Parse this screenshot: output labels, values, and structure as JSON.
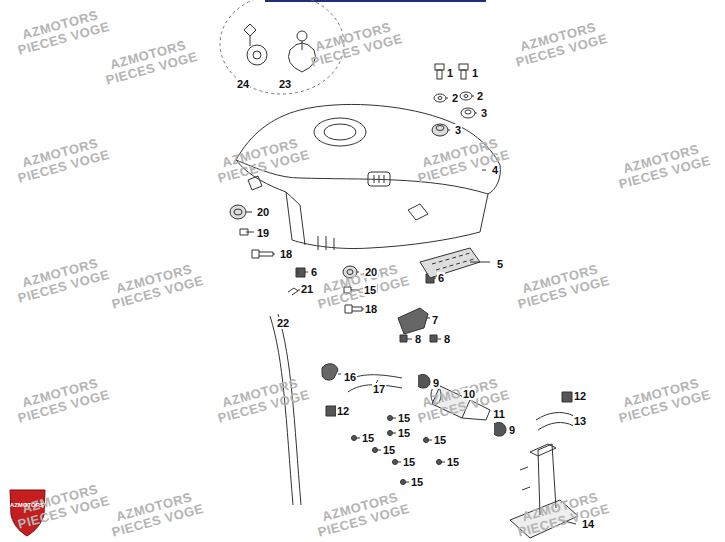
{
  "diagram": {
    "labels": [
      "AZMOTORS PIECES VOGE",
      "AZMOTORS PIECES VOGE",
      "AZMOTORS PIECES VOGE",
      "AZMOTORS PIECES VOGE",
      "AZMOTORS PIECES VOGE",
      "AZMOTORS PIECES VOGE",
      "AZMOTORS PIECES VOGE",
      "AZMOTORS PIECES VOGE",
      "AZMOTORS PIECES VOGE",
      "AZMOTORS PIECES VOGE",
      "AZMOTORS PIECES VOGE",
      "AZMOTORS PIECES VOGE",
      "AZMOTORS PIECES VOGE",
      "AZMOTORS PIECES VOGE",
      "AZMOTORS PIECES VOGE",
      "AZMOTORS PIECES VOGE",
      "AZMOTORS PIECES VOGE",
      "AZMOTORS PIECES VOGE",
      "AZMOTORS PIECES VOGE",
      "AZMOTORS PIECES VOGE",
      "AZMOTORS",
      "24",
      "23",
      "1",
      "1",
      "2",
      "2",
      "3",
      "3",
      "4",
      "20",
      "19",
      "18",
      "6",
      "6",
      "5",
      "20",
      "15",
      "21",
      "18",
      "22",
      "7",
      "8",
      "8",
      "16",
      "17",
      "9",
      "10",
      "12",
      "11",
      "9",
      "12",
      "13",
      "15",
      "15",
      "15",
      "15",
      "15",
      "15",
      "15",
      "15",
      "14"
    ]
  }
}
